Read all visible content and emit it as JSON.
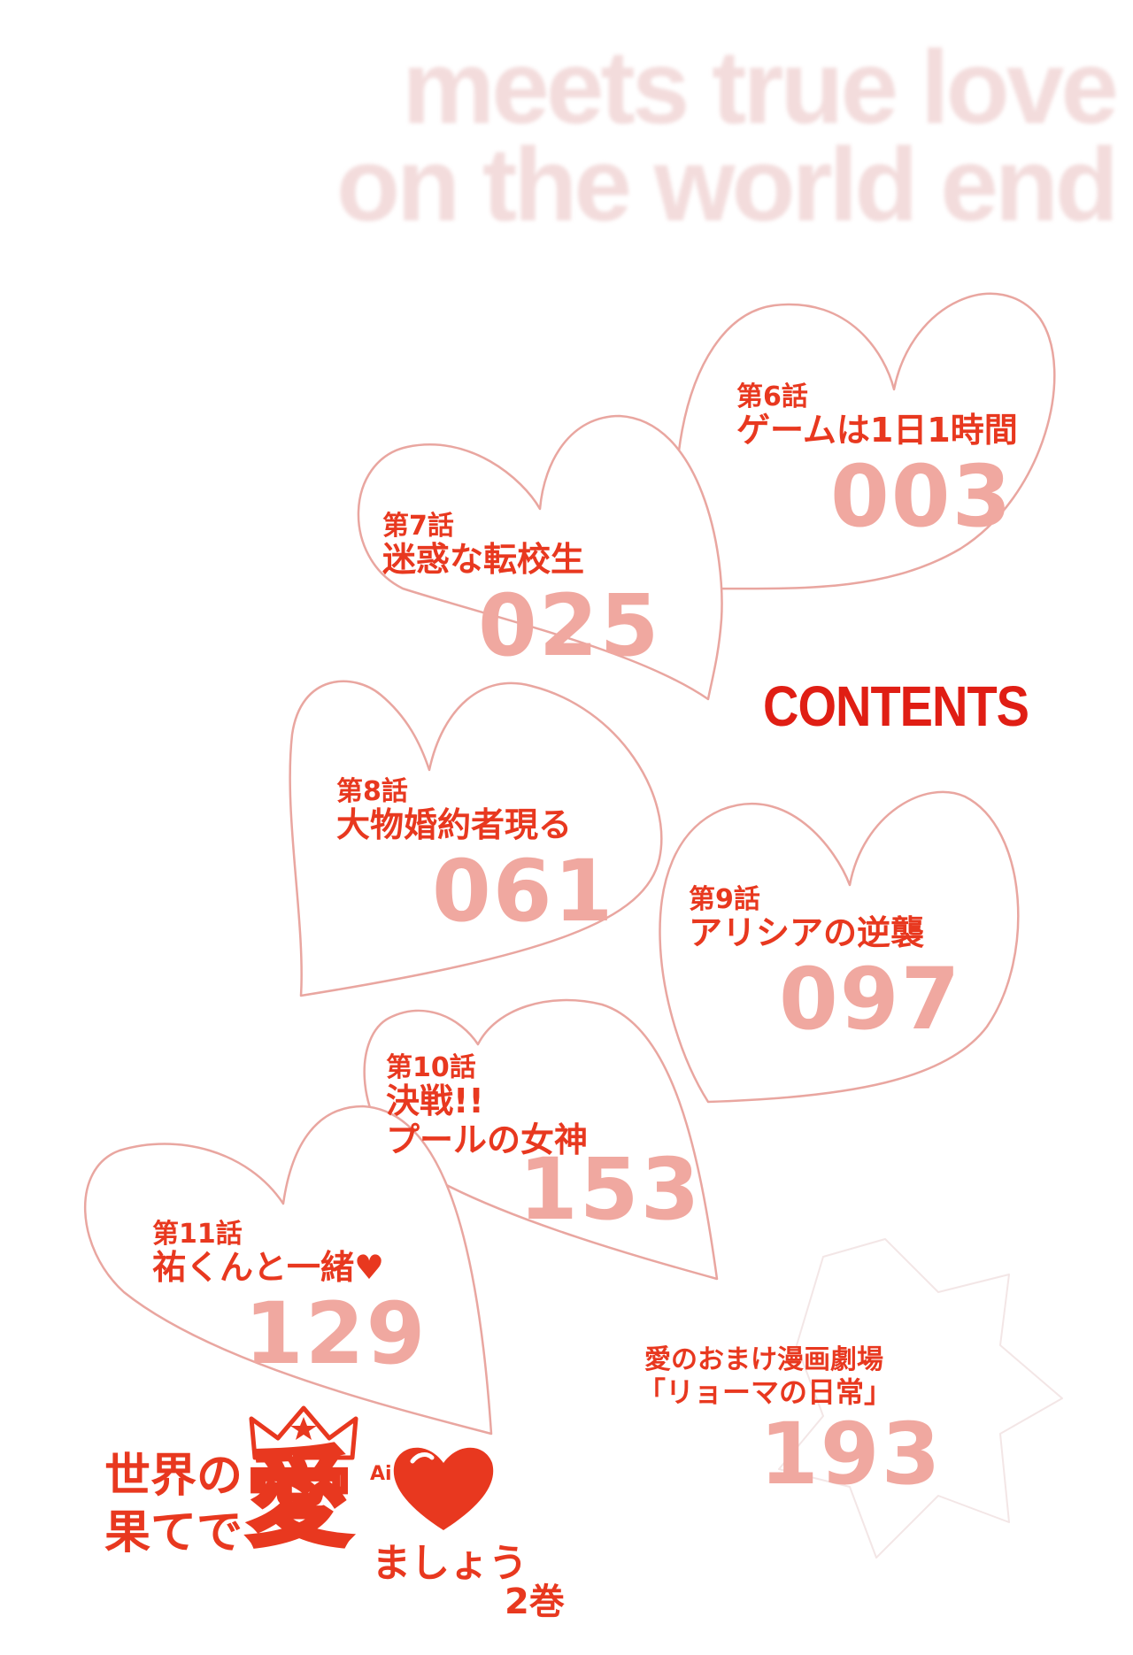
{
  "background_title": {
    "line1": "meets true love",
    "line2": "on the world end"
  },
  "contents_heading": "CONTENTS",
  "chapters": [
    {
      "chapter": "第6話",
      "title": "ゲームは1日1時間",
      "page": "003"
    },
    {
      "chapter": "第7話",
      "title": "迷惑な転校生",
      "page": "025"
    },
    {
      "chapter": "第8話",
      "title": "大物婚約者現る",
      "page": "061"
    },
    {
      "chapter": "第9話",
      "title": "アリシアの逆襲",
      "page": "097"
    },
    {
      "chapter": "第10話",
      "title_line1": "決戦!!",
      "title_line2": "プールの女神",
      "page": "153"
    },
    {
      "chapter": "第11話",
      "title": "祐くんと一緒♥",
      "page": "129"
    }
  ],
  "bonus": {
    "label": "愛のおまけ漫画劇場",
    "title": "「リョーマの日常」",
    "page": "193"
  },
  "logo": {
    "line1": "世界の",
    "line2": "果てで",
    "big": "愛",
    "suffix": "ましょう",
    "ai": "Ai",
    "volume": "2巻"
  },
  "colors": {
    "accent": "#e8381f",
    "page_number": "#f0a8a0",
    "heart_outline": "#e9a6a0",
    "background_title": "#f3dcdc"
  }
}
